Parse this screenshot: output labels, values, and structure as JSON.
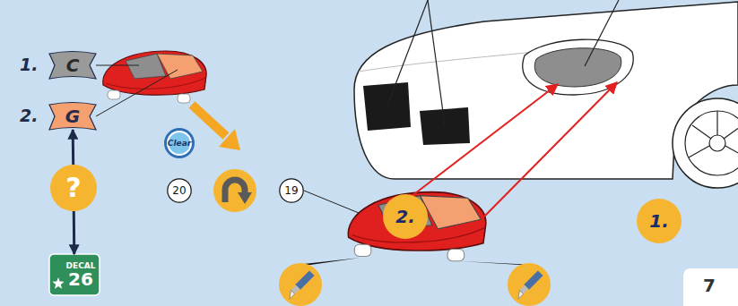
{
  "diagram": {
    "nodes": [
      {
        "text": [
          "C"
        ]
      },
      {
        "text": [
          "G"
        ]
      },
      {
        "text": [
          "?"
        ]
      },
      {
        "text": [
          "DECAL",
          "26"
        ]
      },
      {
        "text": [
          "Clear"
        ]
      },
      {
        "text": [
          "20"
        ]
      },
      {
        "text": [
          "19"
        ]
      },
      {
        "text": [
          "2."
        ]
      },
      {
        "text": [
          "1."
        ]
      }
    ],
    "edges": [
      {
        "from": 2,
        "to": 1,
        "arrow": "to"
      },
      {
        "from": 2,
        "to": 3,
        "arrow": "to"
      }
    ],
    "labels": [
      "1.",
      "2.",
      "7"
    ]
  }
}
